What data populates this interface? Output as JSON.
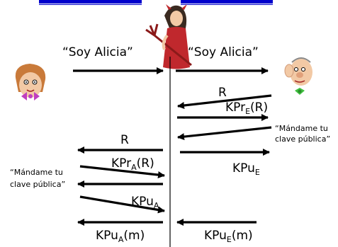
{
  "header": {
    "link_left": "                    ",
    "link_right": "                     "
  },
  "labels": {
    "alice_says_left": "“Soy Alicia”",
    "alice_says_right": "“Soy Alicia”",
    "r_to_trudy": "R",
    "kpr_e_base": "KPr",
    "kpr_e_sub": "E",
    "kpr_e_arg": "(R)",
    "send_pubkey_right_l1": "“Mándame tu",
    "send_pubkey_right_l2": "clave pública”",
    "r_to_alice": "R",
    "kpr_a_base": "KPr",
    "kpr_a_sub": "A",
    "kpr_a_arg": "(R)",
    "kpu_e_base": "KPu",
    "kpu_e_sub": "E",
    "send_pubkey_left_l1": "“Mándame tu",
    "send_pubkey_left_l2": "clave pública”",
    "kpu_a_base": "KPu",
    "kpu_a_sub": "A",
    "kpu_a_m_base": "KPu",
    "kpu_a_m_sub": "A",
    "kpu_a_m_arg": "(m)",
    "kpu_e_m_base": "KPu",
    "kpu_e_m_sub": "E",
    "kpu_e_m_arg": "(m)"
  },
  "colors": {
    "link": "#0000cc",
    "trudy_dress": "#c0282d",
    "skin": "#f2c9a5",
    "bow_left": "#c03fc0",
    "bow_right": "#40c040"
  }
}
